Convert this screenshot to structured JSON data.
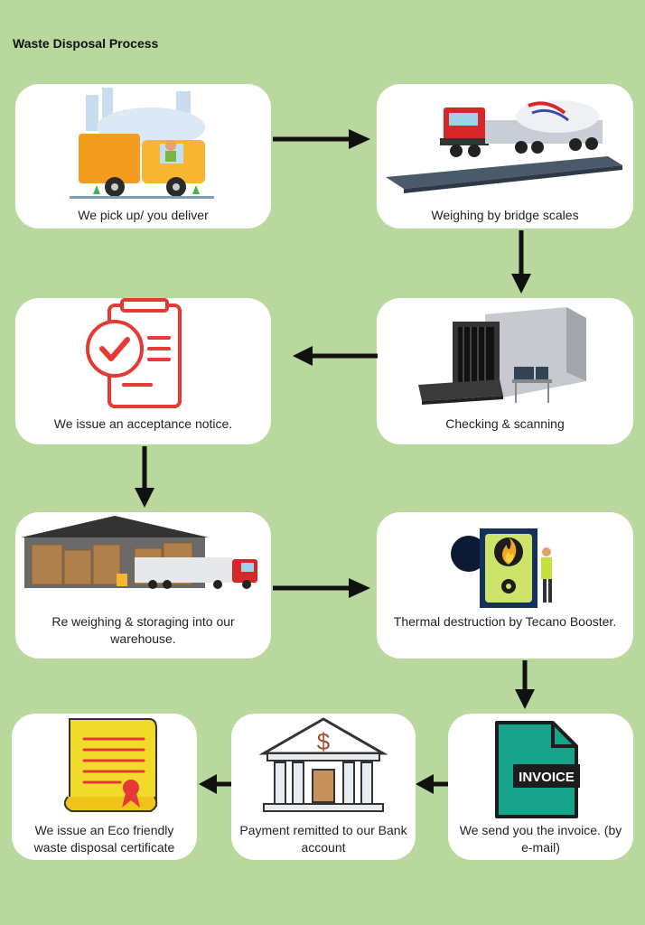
{
  "title": "Waste Disposal Process",
  "steps": [
    {
      "label": "We pick up/ you deliver",
      "icon": "delivery-truck-icon"
    },
    {
      "label": "Weighing by bridge scales",
      "icon": "weighbridge-truck-icon"
    },
    {
      "label": "Checking & scanning",
      "icon": "xray-scanner-icon"
    },
    {
      "label": "We issue an acceptance notice.",
      "icon": "checklist-document-icon"
    },
    {
      "label": "Re weighing & storaging into our warehouse.",
      "icon": "warehouse-icon"
    },
    {
      "label": "Thermal destruction by Tecano Booster.",
      "icon": "incinerator-icon"
    },
    {
      "label": "We send you the invoice. (by e-mail)",
      "icon": "invoice-file-icon",
      "badge": "INVOICE"
    },
    {
      "label": "Payment remitted to our Bank account",
      "icon": "bank-icon",
      "symbol": "$"
    },
    {
      "label": "We issue an Eco friendly waste disposal certificate",
      "icon": "certificate-scroll-icon"
    }
  ]
}
